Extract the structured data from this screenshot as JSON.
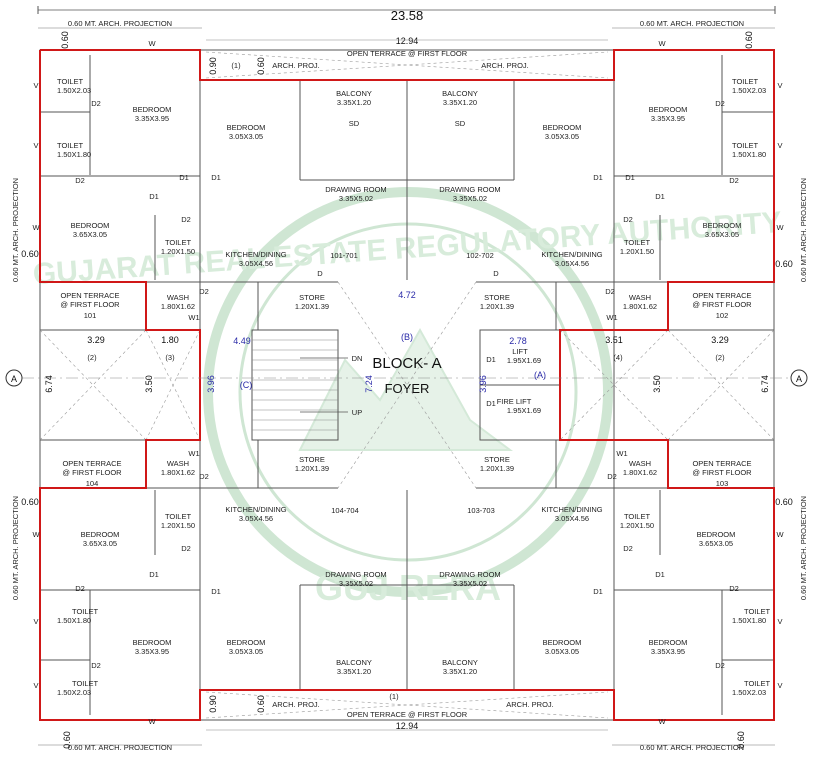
{
  "overall_dim": "23.58",
  "terrace_width": "12.94",
  "arch_projection": "0.60 MT. ARCH. PROJECTION",
  "arch_proj_short": "ARCH. PROJ.",
  "open_terrace_first": "OPEN TERRACE @ FIRST FLOOR",
  "dim_060": "0.60",
  "dim_090": "0.90",
  "dim_474": "4.72",
  "dim_449": "4.49",
  "dim_278": "2.78",
  "dim_351": "3.51",
  "dim_329": "3.29",
  "dim_180": "1.80",
  "dim_674": "6.74",
  "dim_350": "3.50",
  "dim_396": "3.96",
  "dim_724": "7.24",
  "grid_axis": "A",
  "block_title": "BLOCK- A",
  "foyer": "FOYER",
  "rooms": {
    "toilet": "TOILET",
    "bedroom": "BEDROOM",
    "balcony": "BALCONY",
    "drawing": "DRAWING ROOM",
    "kitchen": "KITCHEN/DINING",
    "store": "STORE",
    "wash": "WASH",
    "open_terrace": "OPEN TERRACE",
    "at_first": "@ FIRST FLOOR",
    "lift": "LIFT",
    "fire_lift": "FIRE LIFT"
  },
  "sizes": {
    "t_150x203": "1.50X2.03",
    "t_150x180": "1.50X1.80",
    "t_120x150": "1.20X1.50",
    "b_335x395": "3.35X3.95",
    "b_305x305": "3.05X3.05",
    "b_365x305": "3.65X3.05",
    "balc": "3.35X1.20",
    "draw": "3.35X5.02",
    "kit": "3.05X4.56",
    "store": "1.20X1.39",
    "wash": "1.80X1.62",
    "lift": "1.95X1.69"
  },
  "units": {
    "u101": "101-701",
    "u102": "102-702",
    "u103": "103-703",
    "u104": "104-704",
    "t101": "101",
    "t102": "102",
    "t103": "103",
    "t104": "104"
  },
  "marks": {
    "W": "W",
    "V": "V",
    "D": "D",
    "D1": "D1",
    "D2": "D2",
    "W1": "W1",
    "SD": "SD",
    "DN": "DN",
    "UP": "UP",
    "n1": "(1)",
    "n2": "(2)",
    "n3": "(3)",
    "n4": "(4)",
    "A": "(A)",
    "B": "(B)",
    "C": "(C)"
  },
  "seal": {
    "text_top": "GUJARAT REAL ESTATE REGULATORY AUTHORITY",
    "text_bottom": "GUJ RERA"
  }
}
